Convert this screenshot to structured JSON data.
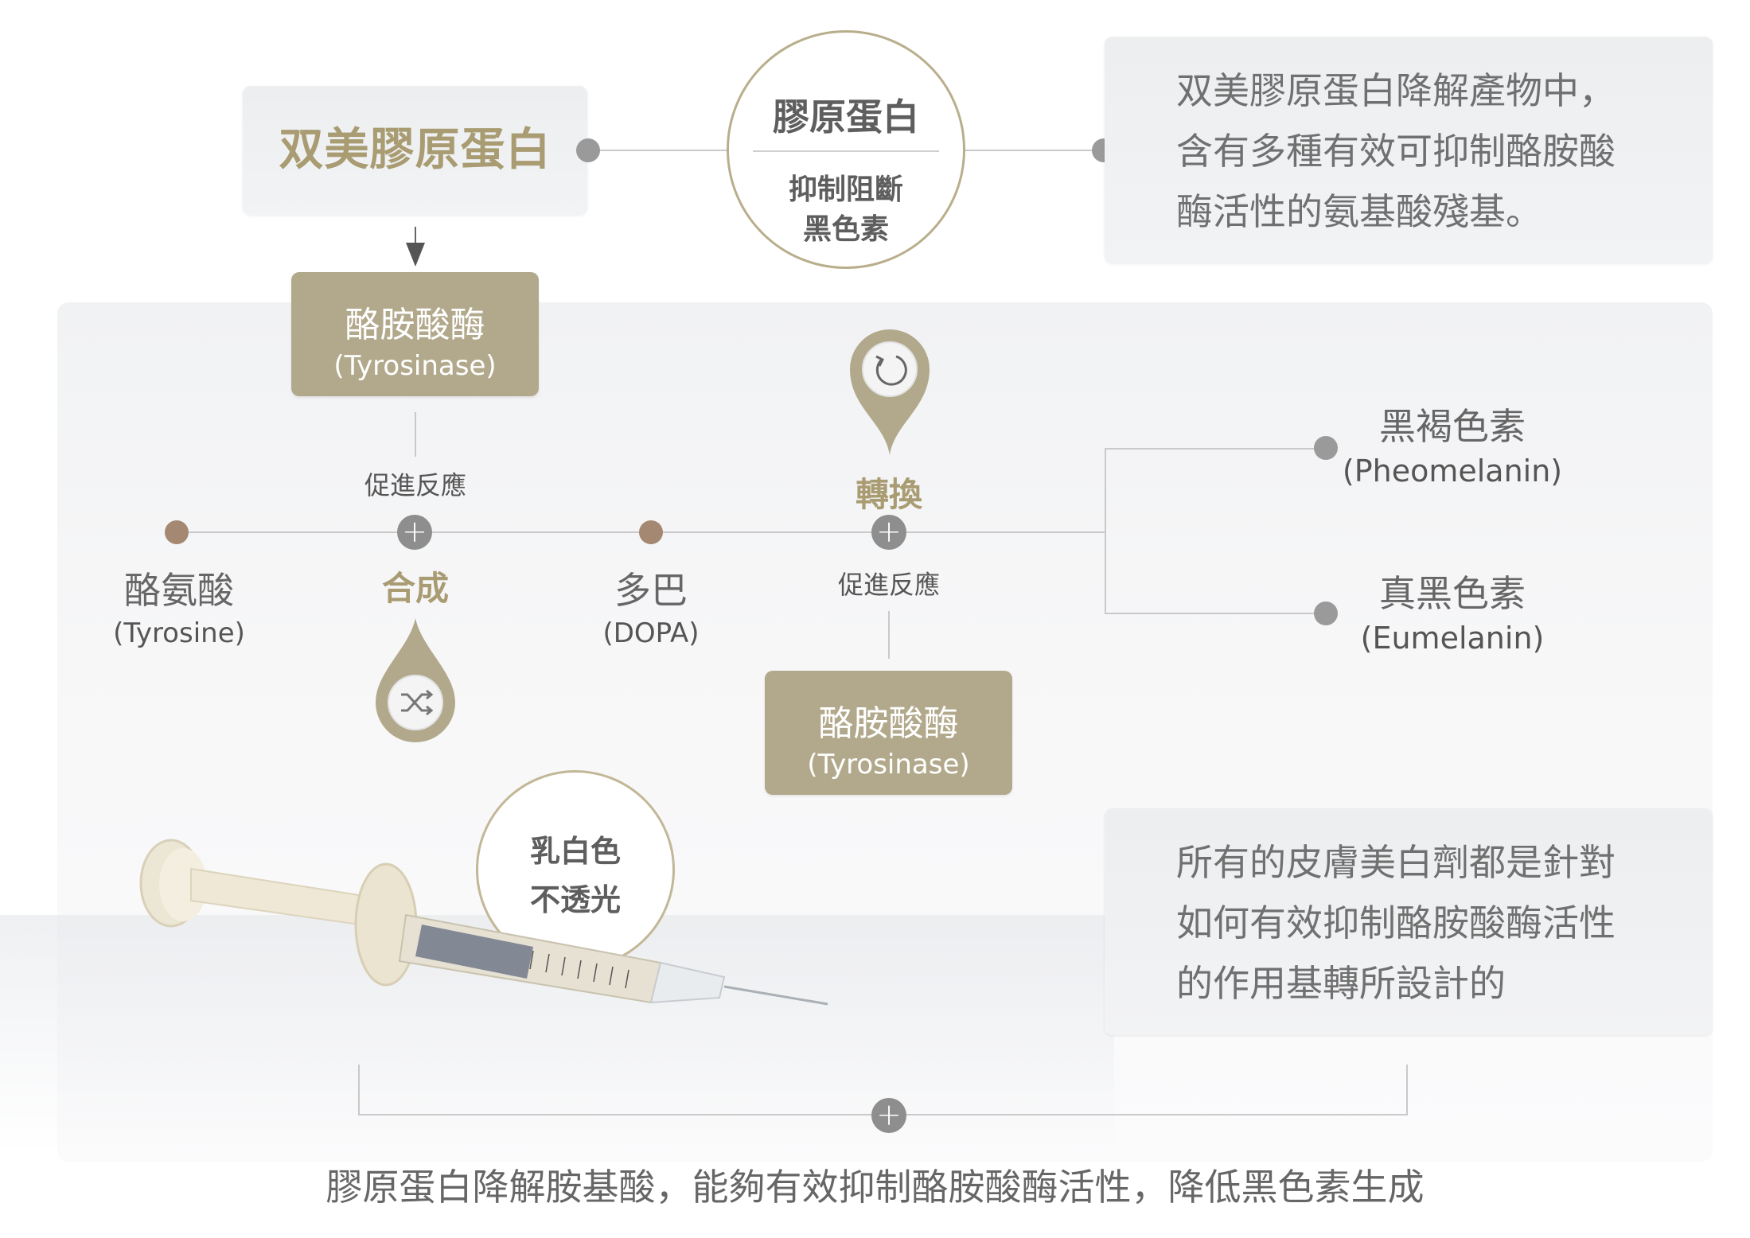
{
  "top": {
    "brand_title": "双美膠原蛋白",
    "circle_title": "膠原蛋白",
    "circle_line1": "抑制阻斷",
    "circle_line2": "黑色素",
    "info_text": [
      "双美膠原蛋白降解產物中，",
      "含有多種有效可抑制酪胺酸",
      "酶活性的氨基酸殘基。"
    ]
  },
  "enzyme_top": {
    "name": "酪胺酸酶",
    "latin": "(Tyrosinase)"
  },
  "enzyme_bottom": {
    "name": "酪胺酸酶",
    "latin": "(Tyrosinase)"
  },
  "pathway": {
    "reaction_label_1": "促進反應",
    "reaction_label_2": "促進反應",
    "tyrosine": {
      "name": "酪氨酸",
      "latin": "(Tyrosine)"
    },
    "synthesis": "合成",
    "dopa": {
      "name": "多巴",
      "latin": "(DOPA)"
    },
    "conversion": "轉換",
    "pheomelanin": {
      "name": "黑褐色素",
      "latin": "(Pheomelanin)"
    },
    "eumelanin": {
      "name": "真黑色素",
      "latin": "(Eumelanin)"
    }
  },
  "syringe": {
    "line1": "乳白色",
    "line2": "不透光"
  },
  "bottom_info": [
    "所有的皮膚美白劑都是針對",
    "如何有效抑制酪胺酸酶活性",
    "的作用基轉所設計的"
  ],
  "footer": "膠原蛋白降解胺基酸，能夠有效抑制酪胺酸酶活性，降低黑色素生成",
  "colors": {
    "gold": "#b2a98c",
    "tan_text": "#a99c72",
    "dot_brown": "#a48872",
    "dot_gray": "#9a9a9a"
  }
}
